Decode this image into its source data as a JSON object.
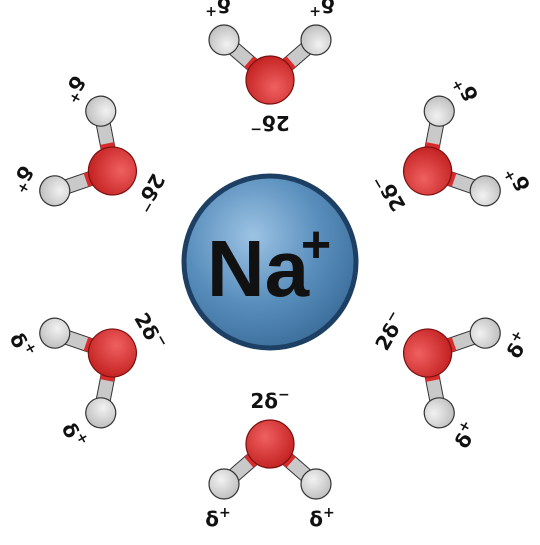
{
  "ion": {
    "symbol": "Na",
    "charge": "+"
  },
  "charges": {
    "hydrogen": "δ",
    "hydrogen_sign": "+",
    "oxygen": "2δ",
    "oxygen_sign": "−"
  },
  "colors": {
    "ion_fill": "#5a8fbd",
    "ion_rim": "#1d3f63",
    "oxygen": "#d92b2b",
    "hydrogen": "#d6d6d6",
    "bond_grey": "#c9c9c9",
    "bond_red": "#d92b2b",
    "outline": "#333333",
    "label": "#111111"
  },
  "molecules": [
    {
      "id": "top",
      "orientation_deg": 180
    },
    {
      "id": "upper-right",
      "orientation_deg": 240
    },
    {
      "id": "lower-right",
      "orientation_deg": 300
    },
    {
      "id": "bottom",
      "orientation_deg": 0
    },
    {
      "id": "lower-left",
      "orientation_deg": 60
    },
    {
      "id": "upper-left",
      "orientation_deg": 120
    }
  ]
}
